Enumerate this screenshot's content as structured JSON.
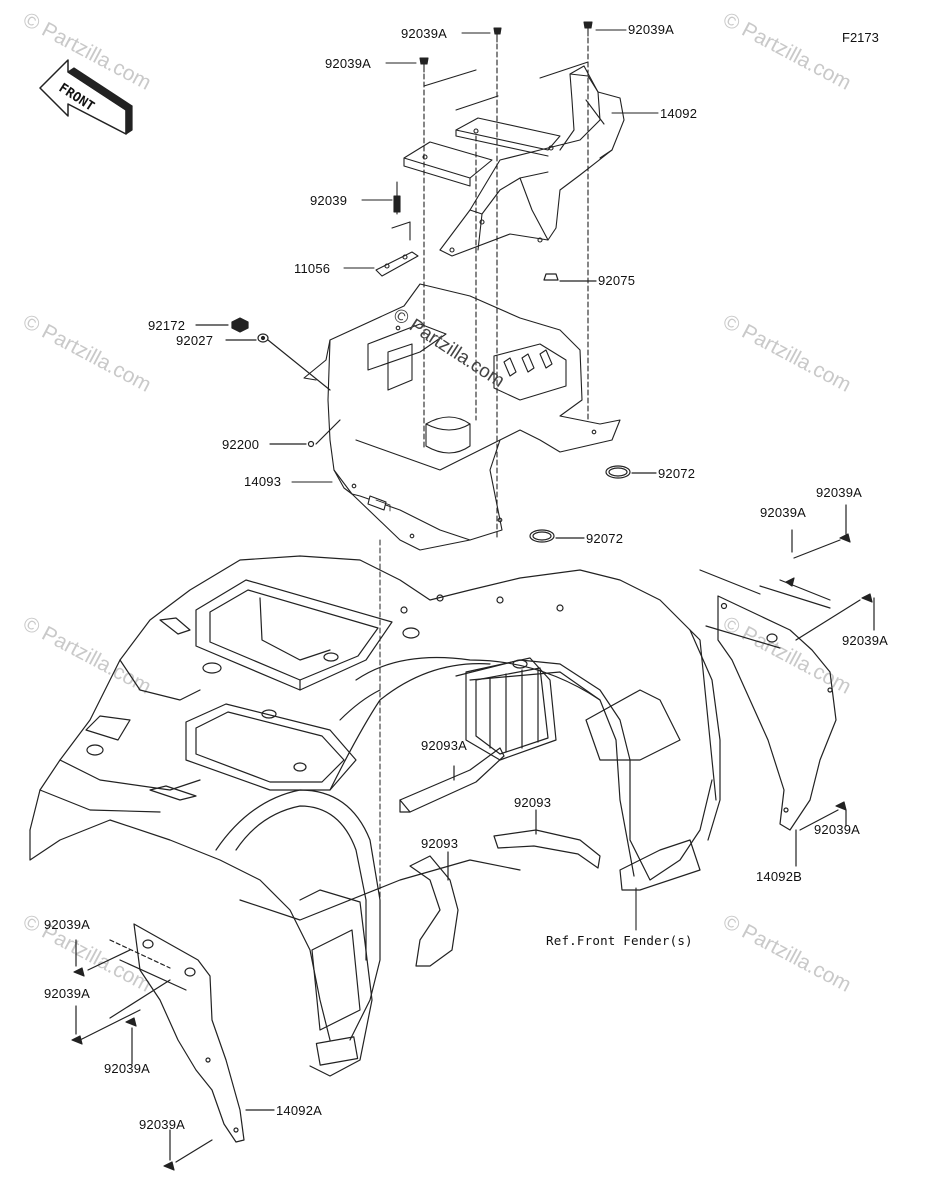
{
  "diagram_code": "F2173",
  "front_arrow_text": "FRONT",
  "watermark": "© Partzilla.com",
  "center_watermark": "© Partzilla.com",
  "labels": {
    "a1": "92039A",
    "a2": "92039A",
    "a3": "92039A",
    "p14092": "14092",
    "p92039": "92039",
    "p11056": "11056",
    "p92075": "92075",
    "p92172": "92172",
    "p92027": "92027",
    "p92200": "92200",
    "p14093": "14093",
    "p92072a": "92072",
    "p92072b": "92072",
    "r1": "92039A",
    "r2": "92039A",
    "r3": "92039A",
    "r4": "92039A",
    "p14092b": "14092B",
    "p92093a": "92093A",
    "p92093b": "92093",
    "p92093c": "92093",
    "ref": "Ref.Front Fender(s)",
    "l1": "92039A",
    "l2": "92039A",
    "l3": "92039A",
    "l4": "92039A",
    "p14092a": "14092A"
  }
}
